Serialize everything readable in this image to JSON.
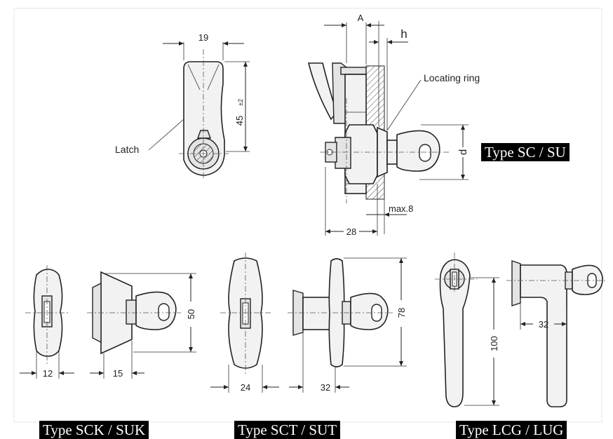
{
  "dimensions": {
    "latch_width": "19",
    "latch_height": "45",
    "latch_height_tolerance": "±2",
    "offset_a": "A",
    "ring_h": "h",
    "diameter_d": "d",
    "max_thickness": "max.8",
    "body_length": "28",
    "sck_width": "12",
    "sck_depth": "15",
    "sck_height": "50",
    "sct_width": "24",
    "sct_depth": "32",
    "sct_height": "78",
    "lcg_height": "100",
    "lcg_depth": "32"
  },
  "labels": {
    "latch": "Latch",
    "locating_ring": "Locating ring"
  },
  "types": {
    "sc_su": "Type SC / SU",
    "sck_suk": "Type SCK / SUK",
    "sct_sut": "Type SCT / SUT",
    "lcg_lug": "Type LCG / LUG"
  }
}
